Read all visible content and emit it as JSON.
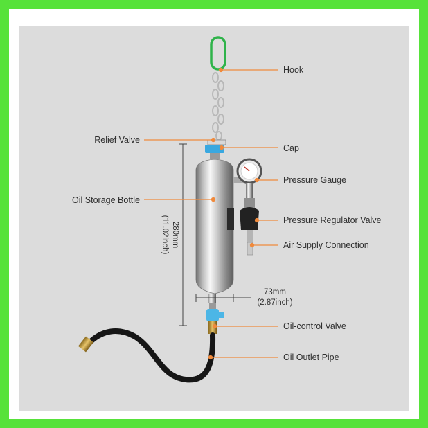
{
  "labels": {
    "hook": "Hook",
    "relief_valve": "Relief Valve",
    "cap": "Cap",
    "pressure_gauge": "Pressure Gauge",
    "oil_storage_bottle": "Oil Storage Bottle",
    "pressure_regulator_valve": "Pressure Regulator Valve",
    "air_supply_connection": "Air Supply Connection",
    "oil_control_valve": "Oil-control Valve",
    "oil_outlet_pipe": "Oil Outlet Pipe"
  },
  "dimensions": {
    "height_mm": "280mm",
    "height_inch": "(11.02inch)",
    "width_mm": "73mm",
    "width_inch": "(2.87inch)"
  },
  "colors": {
    "border": "#57e23a",
    "panel": "#dcdcdc",
    "leader": "#f08a3c",
    "hook": "#2fb34a",
    "cap": "#39a8e0",
    "valve": "#4cb6e6"
  }
}
